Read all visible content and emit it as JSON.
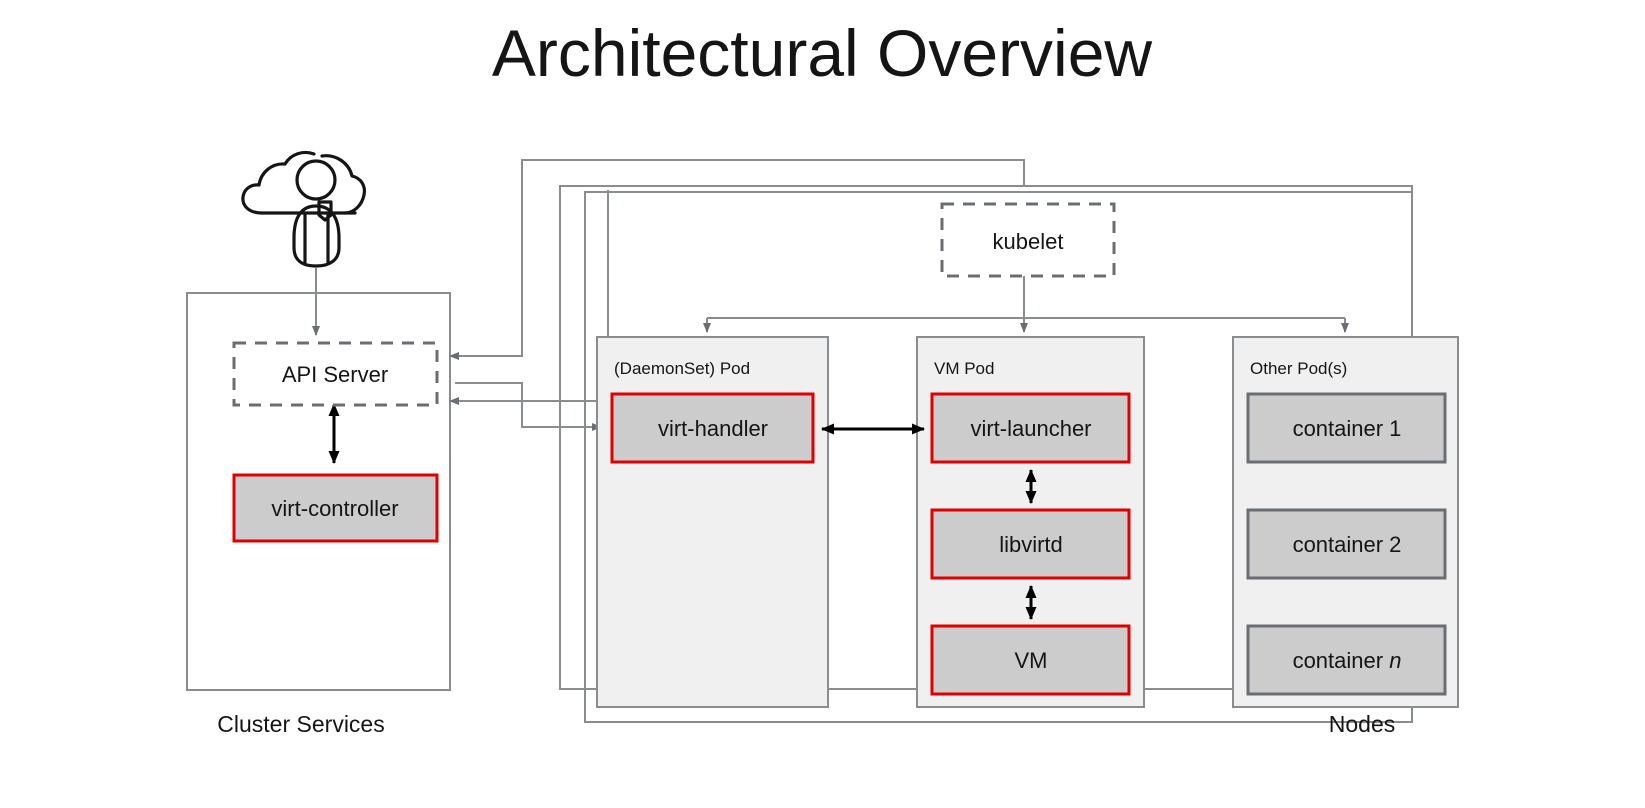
{
  "title": "Architectural Overview",
  "groups": {
    "cluster_services": {
      "label": "Cluster Services"
    },
    "nodes": {
      "label": "Nodes"
    }
  },
  "icons": {
    "user_cloud": "cloud-user-icon"
  },
  "cluster": {
    "api_server": {
      "label": "API Server",
      "style": "dashed"
    },
    "virt_controller": {
      "label": "virt-controller",
      "style": "red"
    }
  },
  "nodes": {
    "kubelet": {
      "label": "kubelet",
      "style": "dashed"
    },
    "pods": [
      {
        "title": "(DaemonSet) Pod",
        "containers": [
          {
            "label": "virt-handler",
            "style": "red"
          }
        ]
      },
      {
        "title": "VM Pod",
        "containers": [
          {
            "label": "virt-launcher",
            "style": "red"
          },
          {
            "label": "libvirtd",
            "style": "red"
          },
          {
            "label": "VM",
            "style": "red"
          }
        ]
      },
      {
        "title": "Other Pod(s)",
        "containers": [
          {
            "label": "container 1",
            "style": "gray"
          },
          {
            "label": "container 2",
            "style": "gray"
          },
          {
            "label": "container ",
            "italic_suffix": "n",
            "style": "gray"
          }
        ]
      }
    ]
  },
  "colors": {
    "accent_red": "#e00000",
    "box_fill": "#cccccc",
    "pod_fill": "#f0f0f0",
    "line_gray": "#8a8d90",
    "dashed_gray": "#6a6e73",
    "text": "#151515",
    "background": "#ffffff"
  },
  "connections": [
    {
      "from": "user",
      "to": "api-server",
      "type": "single"
    },
    {
      "from": "api-server",
      "to": "virt-controller",
      "type": "double"
    },
    {
      "from": "kubelet",
      "to": "api-server",
      "type": "single"
    },
    {
      "from": "virt-handler",
      "to": "api-server",
      "type": "single"
    },
    {
      "from": "api-server",
      "to": "virt-handler",
      "type": "single"
    },
    {
      "from": "kubelet",
      "to": "daemonset-pod",
      "type": "single"
    },
    {
      "from": "kubelet",
      "to": "vm-pod",
      "type": "single"
    },
    {
      "from": "kubelet",
      "to": "other-pods",
      "type": "single"
    },
    {
      "from": "virt-handler",
      "to": "virt-launcher",
      "type": "double"
    },
    {
      "from": "virt-launcher",
      "to": "libvirtd",
      "type": "double"
    },
    {
      "from": "libvirtd",
      "to": "vm",
      "type": "double"
    }
  ]
}
